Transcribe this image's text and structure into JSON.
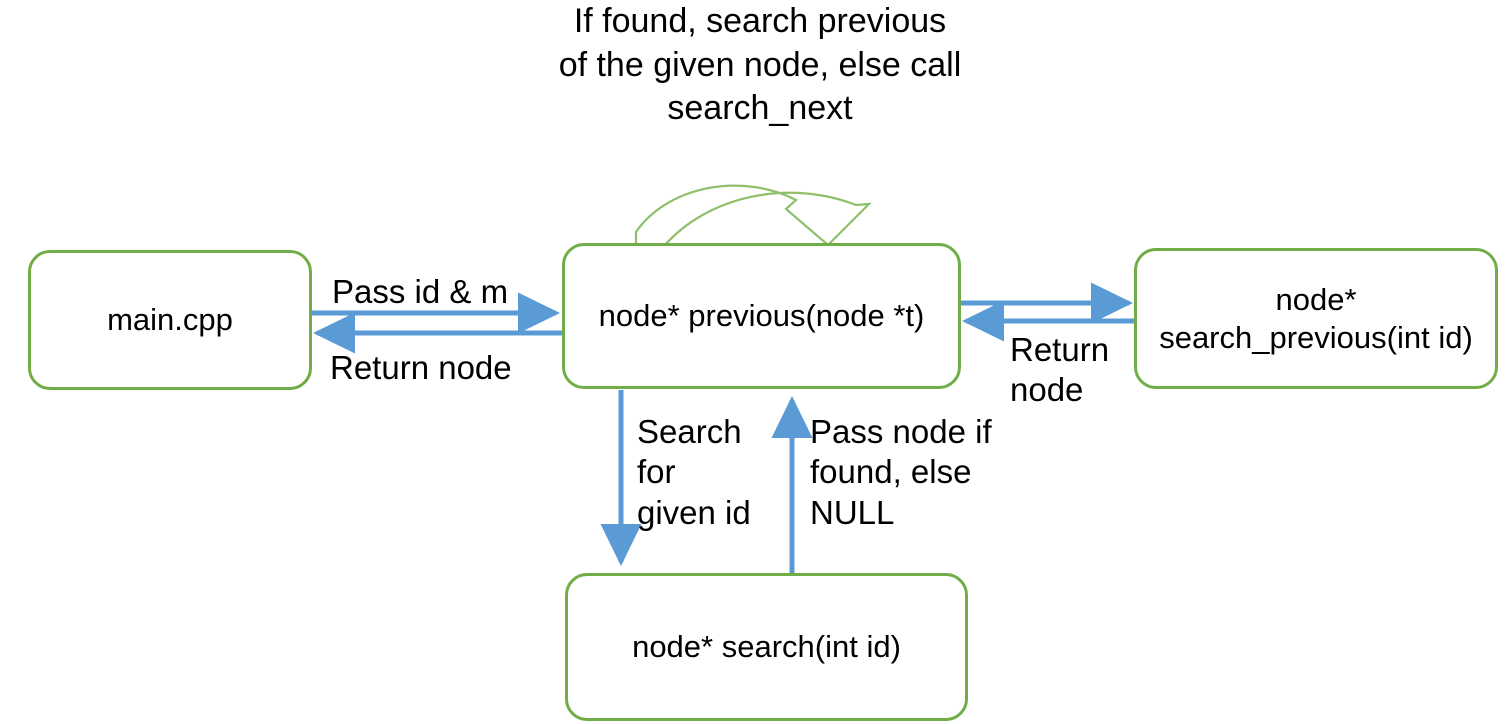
{
  "diagram": {
    "title_note": "If found, search previous\nof the given node, else call\nsearch_next",
    "colors": {
      "box_border": "#70AD47",
      "arrow_blue": "#5B9BD5",
      "loop_arrow_green": "#8FBF6B",
      "background": "#FFFFFF",
      "text": "#000000"
    },
    "boxes": [
      {
        "id": "main",
        "label": "main.cpp"
      },
      {
        "id": "previous",
        "label": "node* previous(node *t)"
      },
      {
        "id": "search_previous",
        "label": "node*\nsearch_previous(int id)"
      },
      {
        "id": "search",
        "label": "node* search(int id)"
      }
    ],
    "edge_labels": {
      "pass_id_and_m": "Pass id & m",
      "return_node_left": "Return node",
      "return_node_right": "Return\nnode",
      "search_for_given_id": "Search\nfor\ngiven id",
      "pass_node_if_found": "Pass node if\nfound, else\nNULL"
    },
    "edges": [
      {
        "from": "main",
        "to": "previous",
        "label": "Pass id & m",
        "direction": "right"
      },
      {
        "from": "previous",
        "to": "main",
        "label": "Return node",
        "direction": "left"
      },
      {
        "from": "previous",
        "to": "search_previous",
        "label": "",
        "direction": "right"
      },
      {
        "from": "search_previous",
        "to": "previous",
        "label": "Return node",
        "direction": "left"
      },
      {
        "from": "previous",
        "to": "search",
        "label": "Search for given id",
        "direction": "down"
      },
      {
        "from": "search",
        "to": "previous",
        "label": "Pass node if found, else NULL",
        "direction": "up"
      },
      {
        "from": "previous",
        "to": "previous",
        "label": "If found, search previous of the given node, else call search_next",
        "direction": "self-loop"
      }
    ]
  }
}
